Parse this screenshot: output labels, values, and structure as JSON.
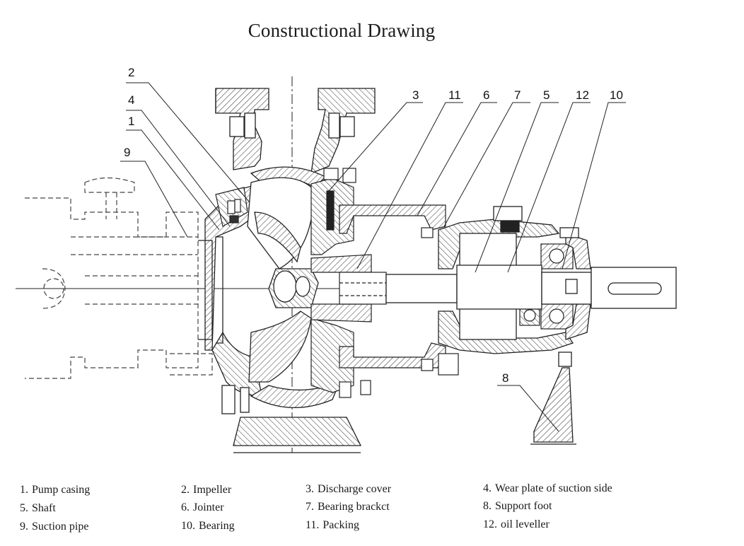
{
  "title": "Constructional Drawing",
  "callouts": [
    "2",
    "4",
    "1",
    "9",
    "3",
    "11",
    "6",
    "7",
    "5",
    "12",
    "10",
    "8"
  ],
  "legend": [
    {
      "num": "1.",
      "label": "Pump casing"
    },
    {
      "num": "2.",
      "label": "Impeller"
    },
    {
      "num": "3.",
      "label": "Discharge cover"
    },
    {
      "num": "4.",
      "label": "Wear plate of suction side"
    },
    {
      "num": "5.",
      "label": "Shaft"
    },
    {
      "num": "6.",
      "label": "Jointer"
    },
    {
      "num": "7.",
      "label": "Bearing brackct"
    },
    {
      "num": "8.",
      "label": "Support foot"
    },
    {
      "num": "9.",
      "label": "Suction pipe"
    },
    {
      "num": "10.",
      "label": "Bearing"
    },
    {
      "num": "11.",
      "label": "Packing"
    },
    {
      "num": "12.",
      "label": "oil leveller"
    }
  ]
}
